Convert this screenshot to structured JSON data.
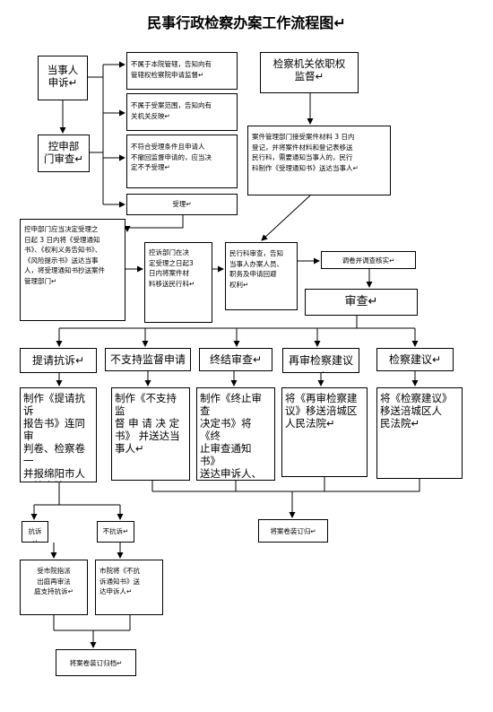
{
  "title": "民事行政检察办案工作流程图↵",
  "nodes": {
    "applicant": "当事人\n申诉↵",
    "control_dept_review": "控申部\n门审查↵",
    "not_jurisdiction": "不属于本院管辖，告知向有\n管辖权检察院申请监督↵",
    "not_in_scope": "不属于受案范围，告知向有\n关机关反映↵",
    "not_meet_conditions": "不符合受理条件且申请人\n不撤回监督申请的，应当决\n定不予受理↵",
    "accept": "受理↵",
    "ex_officio": "检察机关依职权\n监督↵",
    "case_mgmt": "案件管理部门接受案件材料 3 日内\n登记，并将案件材料和登记表移送\n民行科，需要通知当事人的，民行\n科制作《受理通知书》送达当事人↵",
    "notify_3days": "控申部门应当决定受理之\n日起 3 日内将《受理通知\n书》、《权利义务告知书》、\n《风险提示书》送达当事\n人，将受理通知书抄送案件\n管理部门↵",
    "transfer_3days": "控诉部门在决\n定受理之日起3\n日内将案件材\n料移送民行科↵",
    "civil_admin_review": "民行科审查，告知\n当事人办案人员、\n职务及申请回避\n权利↵",
    "retrieve_docs": "调卷并调查核实↵",
    "review": "审查↵",
    "protest": "提请抗诉↵",
    "no_support": "不支持监督申请↵",
    "terminate": "终结审查↵",
    "retrial_advice": "再审检察建议↵",
    "procuratorial_advice": "检察建议↵",
    "protest_detail": "制作《提请抗诉\n报告书》连同审\n判卷、检察卷一\n并报绵阳市人\n民检察院↵",
    "no_support_detail": "制作《不支持监\n督 申 请 决 定\n书》 并送达当\n事人↵",
    "terminate_detail": "制作《终止审查\n决定书》将《终\n止审查通知书》\n送达申诉人、被\n申诉人↵",
    "retrial_detail": "将《再审检察建\n议》移送涪城区\n人民法院↵",
    "advice_detail": "将《检察建议》\n移送涪城区人\n民法院↵",
    "archive_1": "将案卷装订归↵",
    "protest_yes": "抗诉↵",
    "protest_no": "不抗诉↵",
    "court_retrial": "受市院指派\n出庭再审法\n庭支持抗诉↵",
    "city_notice": "市院将《不抗\n诉通知书》送\n达申诉人↵",
    "archive_2": "将案卷装订归档↵"
  },
  "colors": {
    "line": "#000000",
    "box_border": "#000000"
  }
}
